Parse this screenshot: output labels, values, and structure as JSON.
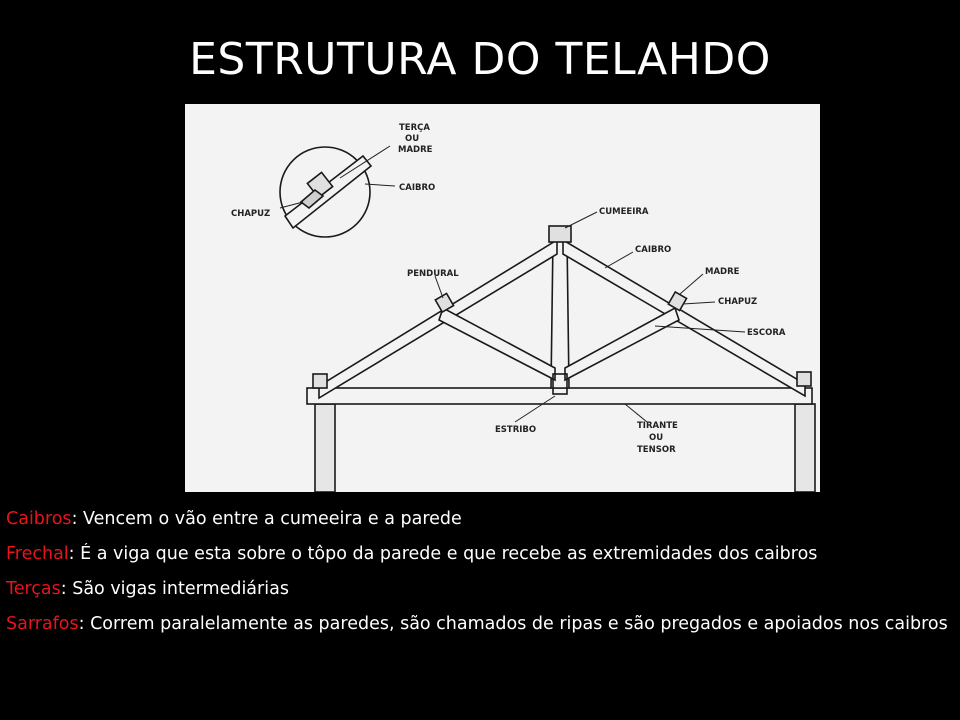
{
  "slide": {
    "title": "ESTRUTURA DO TELAHDO"
  },
  "diagram": {
    "labels": {
      "terca": "TERÇA",
      "ou1": "OU",
      "madre_detail": "MADRE",
      "caibro_detail": "CAIBRO",
      "chapuz_detail": "CHAPUZ",
      "cumeeira": "CUMEEIRA",
      "caibro": "CAIBRO",
      "pendural": "PENDURAL",
      "madre": "MADRE",
      "chapuz": "CHAPUZ",
      "escora": "ESCORA",
      "estribo": "ESTRIBO",
      "tirante": "TIRANTE",
      "ou2": "OU",
      "tensor": "TENSOR"
    }
  },
  "bullets": [
    {
      "term": "Caibros",
      "text": ": Vencem o vão entre a cumeeira e a parede"
    },
    {
      "term": "Frechal",
      "text": ": É a viga que esta sobre o tôpo da parede e que recebe as extremidades dos caibros"
    },
    {
      "term": "Terças",
      "text": ": São vigas intermediárias"
    },
    {
      "term": "Sarrafos",
      "text": ": Correm paralelamente as paredes, são chamados de ripas e são pregados e apoiados nos caibros"
    }
  ],
  "colors": {
    "background": "#000000",
    "title": "#ffffff",
    "term": "#e8131b",
    "text": "#ffffff"
  }
}
